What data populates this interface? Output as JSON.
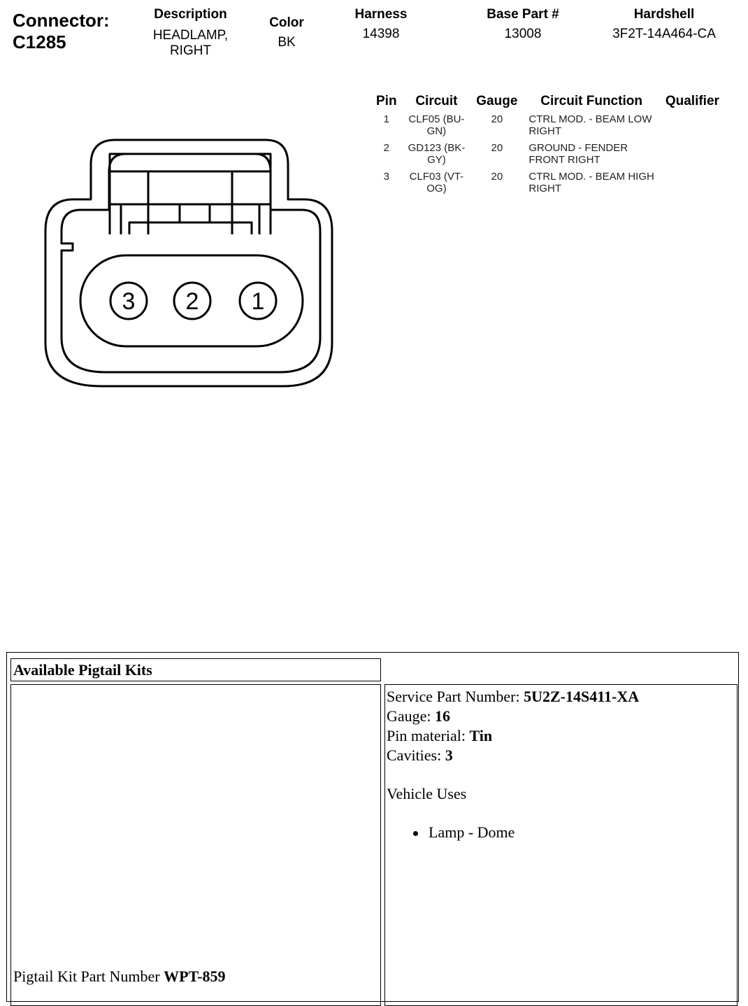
{
  "connector": {
    "label": "Connector:",
    "id": "C1285"
  },
  "header": {
    "description": {
      "label": "Description",
      "value_line1": "HEADLAMP,",
      "value_line2": "RIGHT"
    },
    "color": {
      "label": "Color",
      "value": "BK"
    },
    "harness": {
      "label": "Harness",
      "value": "14398"
    },
    "base_part": {
      "label": "Base Part #",
      "value": "13008"
    },
    "hardshell": {
      "label": "Hardshell",
      "value": "3F2T-14A464-CA"
    }
  },
  "pin_table": {
    "headers": [
      "Pin",
      "Circuit",
      "Gauge",
      "Circuit Function",
      "Qualifier"
    ],
    "rows": [
      {
        "pin": "1",
        "circuit_line1": "CLF05 (BU-",
        "circuit_line2": "GN)",
        "gauge": "20",
        "function_line1": "CTRL MOD. - BEAM LOW",
        "function_line2": "RIGHT",
        "qualifier": ""
      },
      {
        "pin": "2",
        "circuit_line1": "GD123 (BK-",
        "circuit_line2": "GY)",
        "gauge": "20",
        "function_line1": "GROUND - FENDER",
        "function_line2": "FRONT RIGHT",
        "qualifier": ""
      },
      {
        "pin": "3",
        "circuit_line1": "CLF03 (VT-",
        "circuit_line2": "OG)",
        "gauge": "20",
        "function_line1": "CTRL MOD. - BEAM HIGH",
        "function_line2": "RIGHT",
        "qualifier": ""
      }
    ]
  },
  "diagram": {
    "cavity_labels": [
      "3",
      "2",
      "1"
    ]
  },
  "pigtail": {
    "title": "Available Pigtail Kits",
    "kit_part_label": "Pigtail Kit Part Number ",
    "kit_part_value": "WPT-859",
    "service_part_label": "Service Part Number: ",
    "service_part_value": "5U2Z-14S411-XA",
    "gauge_label": "Gauge: ",
    "gauge_value": "16",
    "pin_material_label": "Pin material: ",
    "pin_material_value": "Tin",
    "cavities_label": "Cavities: ",
    "cavities_value": "3",
    "vehicle_uses_label": "Vehicle Uses",
    "vehicle_uses": [
      "Lamp - Dome"
    ]
  }
}
